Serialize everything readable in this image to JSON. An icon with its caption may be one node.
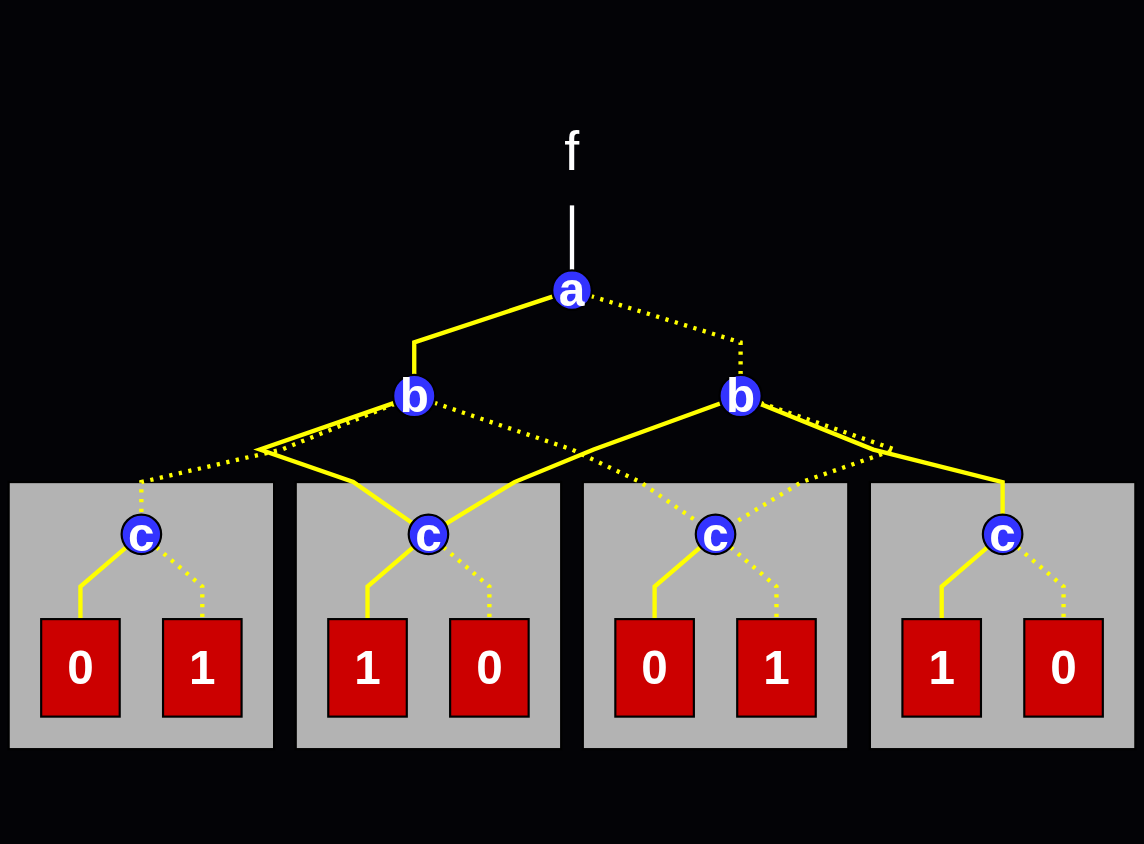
{
  "diagram": {
    "nodes": [
      {
        "text": [
          "f"
        ]
      },
      {
        "text": [
          "a"
        ]
      },
      {
        "text": [
          "b"
        ]
      },
      {
        "text": [
          "b"
        ]
      },
      {
        "text": [],
        "shape": "box"
      },
      {
        "text": [
          "c"
        ],
        "in": 4
      },
      {
        "text": [
          "1"
        ],
        "in": 4
      },
      {
        "text": [
          "0"
        ],
        "in": 4
      },
      {
        "text": [],
        "shape": "box"
      },
      {
        "text": [
          "c"
        ],
        "in": 8
      },
      {
        "text": [
          "0"
        ],
        "in": 8
      },
      {
        "text": [
          "1"
        ],
        "in": 8
      },
      {
        "text": [],
        "shape": "box"
      },
      {
        "text": [
          "c"
        ],
        "in": 12
      },
      {
        "text": [
          "1"
        ],
        "in": 12
      },
      {
        "text": [
          "0"
        ],
        "in": 12
      },
      {
        "text": [],
        "shape": "box"
      },
      {
        "text": [
          "c"
        ],
        "in": 16
      },
      {
        "text": [
          "0"
        ],
        "in": 16
      },
      {
        "text": [
          "1"
        ],
        "in": 16
      }
    ],
    "edges": [
      {
        "from": 0,
        "to": 1,
        "arrow": "none",
        "color": "#ffffff"
      },
      {
        "from": 1,
        "to": 2,
        "arrow": "none"
      },
      {
        "from": 1,
        "to": 3,
        "arrow": "none",
        "style": "dashed"
      },
      {
        "from": 2,
        "to": 5,
        "arrow": "none"
      },
      {
        "from": 2,
        "to": 9,
        "arrow": "none",
        "style": "dashed"
      },
      {
        "from": 2,
        "to": 17,
        "arrow": "none",
        "style": "dashed"
      },
      {
        "from": 3,
        "to": 5,
        "arrow": "none"
      },
      {
        "from": 3,
        "to": 13,
        "arrow": "none"
      },
      {
        "from": 3,
        "to": 17,
        "arrow": "none",
        "style": "dashed"
      },
      {
        "from": 5,
        "to": 6,
        "arrow": "none"
      },
      {
        "from": 5,
        "to": 7,
        "arrow": "none",
        "style": "dashed"
      },
      {
        "from": 9,
        "to": 10,
        "arrow": "none"
      },
      {
        "from": 9,
        "to": 11,
        "arrow": "none",
        "style": "dashed"
      },
      {
        "from": 13,
        "to": 14,
        "arrow": "none"
      },
      {
        "from": 13,
        "to": 15,
        "arrow": "none",
        "style": "dashed"
      },
      {
        "from": 17,
        "to": 18,
        "arrow": "none"
      },
      {
        "from": 17,
        "to": 19,
        "arrow": "none",
        "style": "dashed"
      }
    ]
  }
}
